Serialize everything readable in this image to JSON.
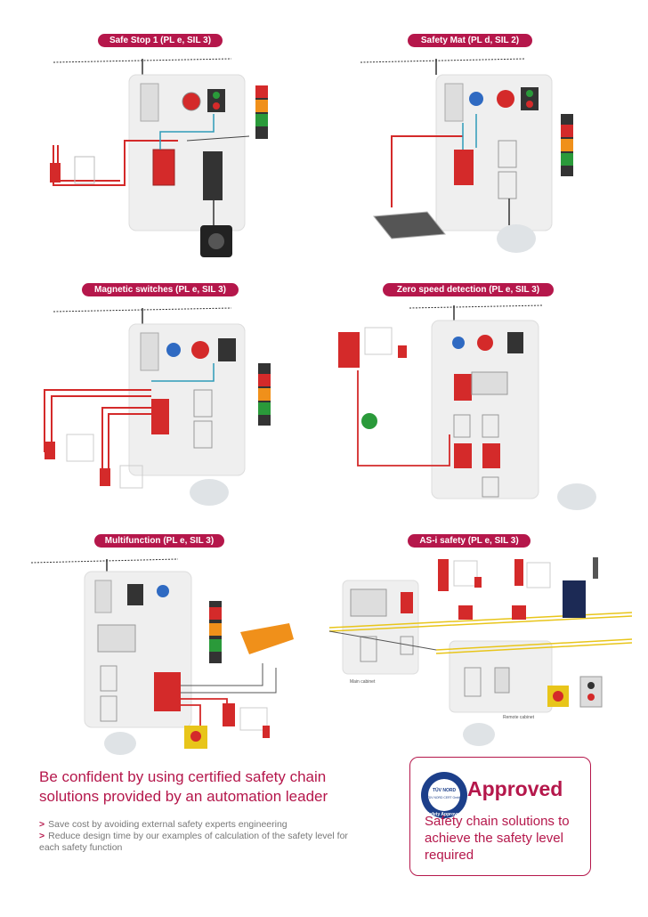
{
  "sections": [
    {
      "label": "Safe Stop 1 (PL e, SIL 3)"
    },
    {
      "label": "Safety Mat (PL d, SIL 2)"
    },
    {
      "label": "Magnetic switches (PL e, SIL 3)"
    },
    {
      "label": "Zero speed detection (PL e, SIL 3)"
    },
    {
      "label": "Multifunction (PL e, SIL 3)"
    },
    {
      "label": "AS-i safety (PL e, SIL 3)"
    }
  ],
  "asi": {
    "main_cabinet": "Main cabinet",
    "remote_cabinet": "Remote cabinet"
  },
  "heading": {
    "line1": "Be confident by using certified safety chain",
    "line2": "solutions provided by an automation leader"
  },
  "bullets": [
    {
      "marker": ">",
      "text": "Save cost by avoiding external safety experts engineering"
    },
    {
      "marker": ">",
      "text": "Reduce design time by our examples of calculation of the safety level for each safety function"
    }
  ],
  "badge": {
    "seal_line1": "TÜV NORD",
    "seal_line2": "TÜV NORD CERT GmbH",
    "seal_ring": "Safety Approved",
    "approved": "Approved",
    "text": "Safety chain solutions to achieve the safety level required"
  },
  "colors": {
    "accent": "#b5174b",
    "wire_red": "#d42a2a",
    "wire_blue": "#2f9bb8",
    "wire_yellow": "#e8c51a"
  }
}
